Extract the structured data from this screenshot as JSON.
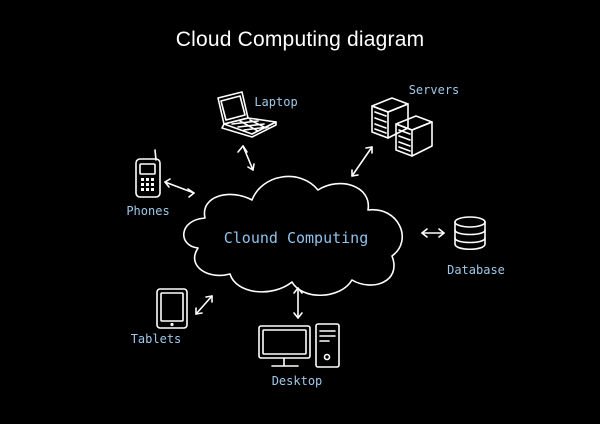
{
  "title": "Cloud Computing diagram",
  "center": {
    "label": "Clound Computing"
  },
  "nodes": {
    "laptop": {
      "label": "Laptop",
      "icon": "laptop-icon"
    },
    "servers": {
      "label": "Servers",
      "icon": "servers-icon"
    },
    "phones": {
      "label": "Phones",
      "icon": "phone-icon"
    },
    "database": {
      "label": "Database",
      "icon": "database-icon"
    },
    "tablets": {
      "label": "Tablets",
      "icon": "tablet-icon"
    },
    "desktop": {
      "label": "Desktop",
      "icon": "desktop-icon"
    }
  },
  "colors": {
    "background": "#000000",
    "line": "#ffffff",
    "label": "#9ec8ea"
  }
}
